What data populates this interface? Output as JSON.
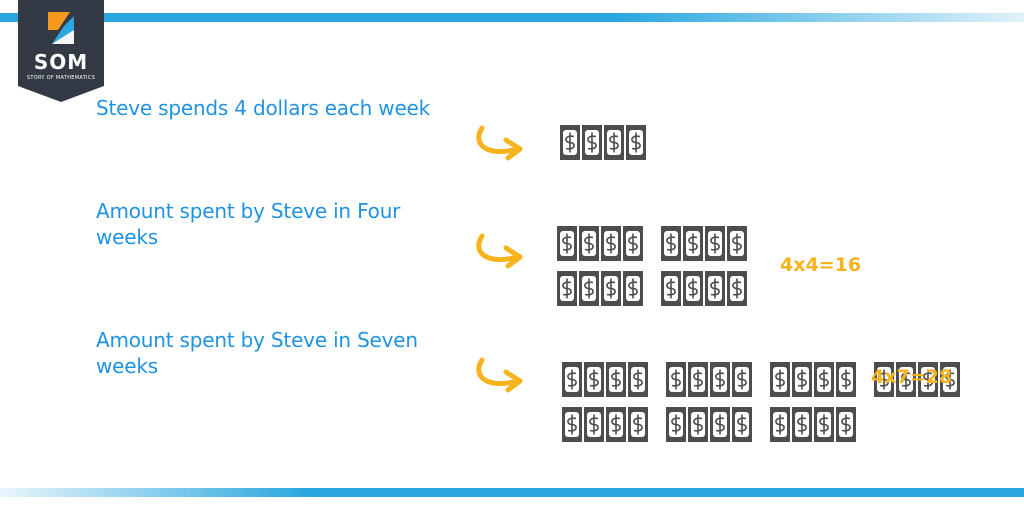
{
  "logo": {
    "word": "SOM",
    "tagline": "STORY OF MATHEMATICS",
    "colors": {
      "banner": "#333a45",
      "orange": "#f59a1d",
      "blue": "#2aa7df"
    }
  },
  "rows": [
    {
      "label": "Steve spends 4 dollars each week",
      "equation": ""
    },
    {
      "label": "Amount spent by Steve in Four weeks",
      "equation": "4x4=16"
    },
    {
      "label": "Amount spent by Steve in Seven weeks",
      "equation": "4x7=28"
    }
  ],
  "colors": {
    "label": "#1f93e0",
    "equation": "#f7b31c",
    "arrow": "#f7b31c",
    "bill": "#4d4d4d",
    "band": "#2aa7df"
  },
  "icons": {
    "arrow": "curved-arrow-icon",
    "bill": "dollar-bill-icon"
  }
}
